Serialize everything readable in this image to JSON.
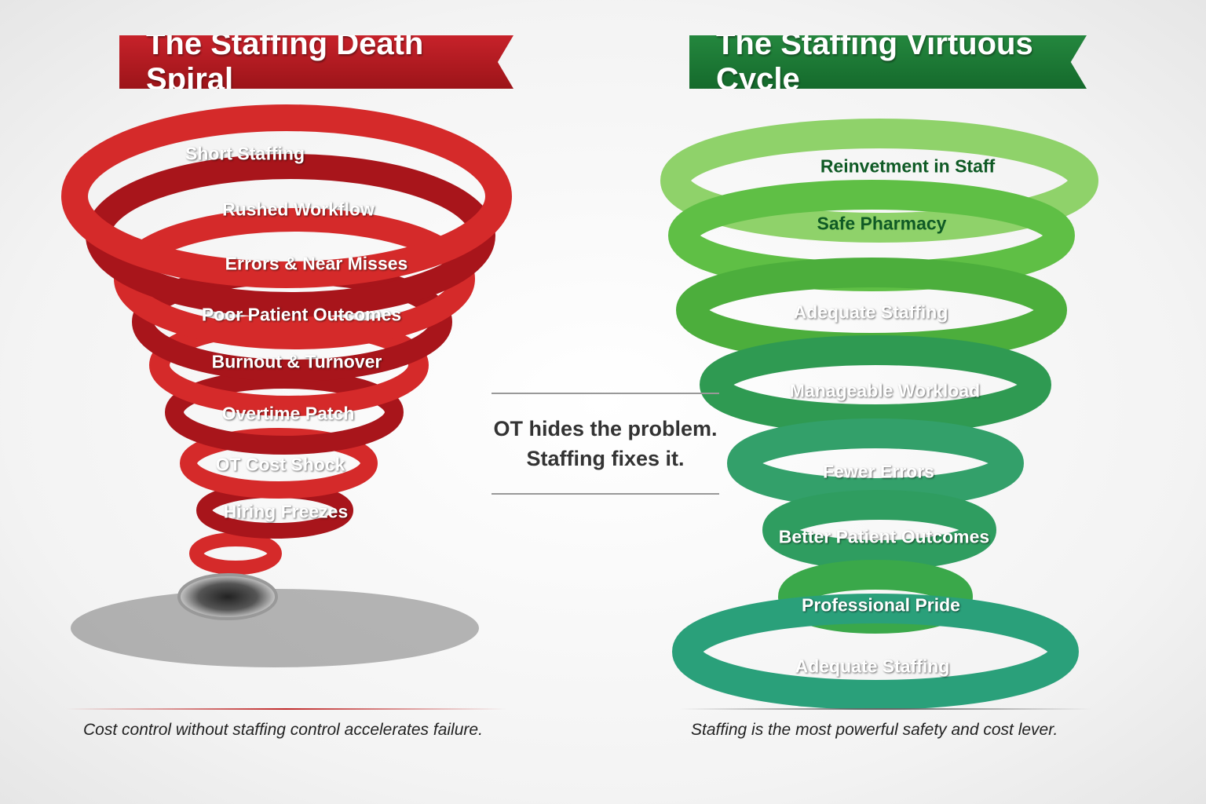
{
  "left": {
    "title": "The Staffing Death Spiral",
    "color": "#b01c22",
    "stages": [
      "Short Staffing",
      "Rushed Workflow",
      "Errors & Near Misses",
      "Poor Patient Outcomes",
      "Burnout & Turnover",
      "Overtime Patch",
      "OT Cost Shock",
      "Hiring Freezes"
    ],
    "caption": "Cost control without staffing control accelerates failure."
  },
  "center": {
    "line1": "OT hides the problem.",
    "line2": "Staffing fixes it."
  },
  "right": {
    "title": "The Staffing Virtuous Cycle",
    "color": "#1f7a37",
    "stages": [
      "Reinvetment in Staff",
      "Safe Pharmacy",
      "Adequate Staffing",
      "Manageable Workload",
      "Fewer Errors",
      "Better Patient Outcomes",
      "Professional Pride",
      "Adequate Staffing"
    ],
    "caption": "Staffing is the most powerful safety and cost lever."
  }
}
